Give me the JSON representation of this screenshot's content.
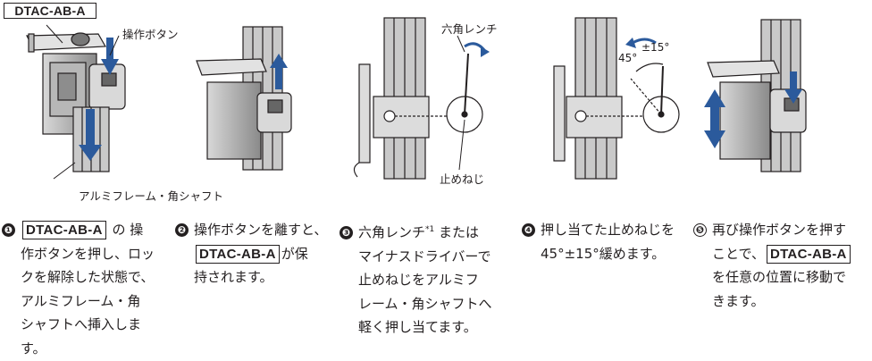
{
  "product_tag": "DTAC-AB-A",
  "callouts": {
    "operation_button": "操作ボタン",
    "aluminum_frame": "アルミフレーム・角シャフト",
    "hex_wrench": "六角レンチ",
    "set_screw": "止めねじ",
    "angle_45": "45°",
    "angle_tol": "±15°"
  },
  "steps": [
    {
      "num": "❶",
      "lines": [
        "の 操",
        "作ボタンを押し、ロッ",
        "クを解除した状態で、",
        "アルミフレーム・角",
        "シャフトへ挿入しま",
        "す。"
      ]
    },
    {
      "num": "❷",
      "lines": [
        "操作ボタンを離すと、",
        "が保",
        "持されます。"
      ]
    },
    {
      "num": "❸",
      "lines": [
        "六角レンチ",
        "*1",
        " または",
        "マイナスドライバーで",
        "止めねじをアルミフ",
        "レーム・角シャフトへ",
        "軽く押し当てます。"
      ]
    },
    {
      "num": "❹",
      "lines": [
        "押し当てた止めねじを",
        "45°±15°緩めます。"
      ]
    },
    {
      "num": "❺",
      "lines": [
        "再び操作ボタンを押す",
        "ことで、",
        "を任意の位置に移動で",
        "きます。"
      ]
    }
  ],
  "colors": {
    "arrow": "#2b5a9c",
    "line": "#231f20",
    "gray": "#9a9a9a"
  }
}
